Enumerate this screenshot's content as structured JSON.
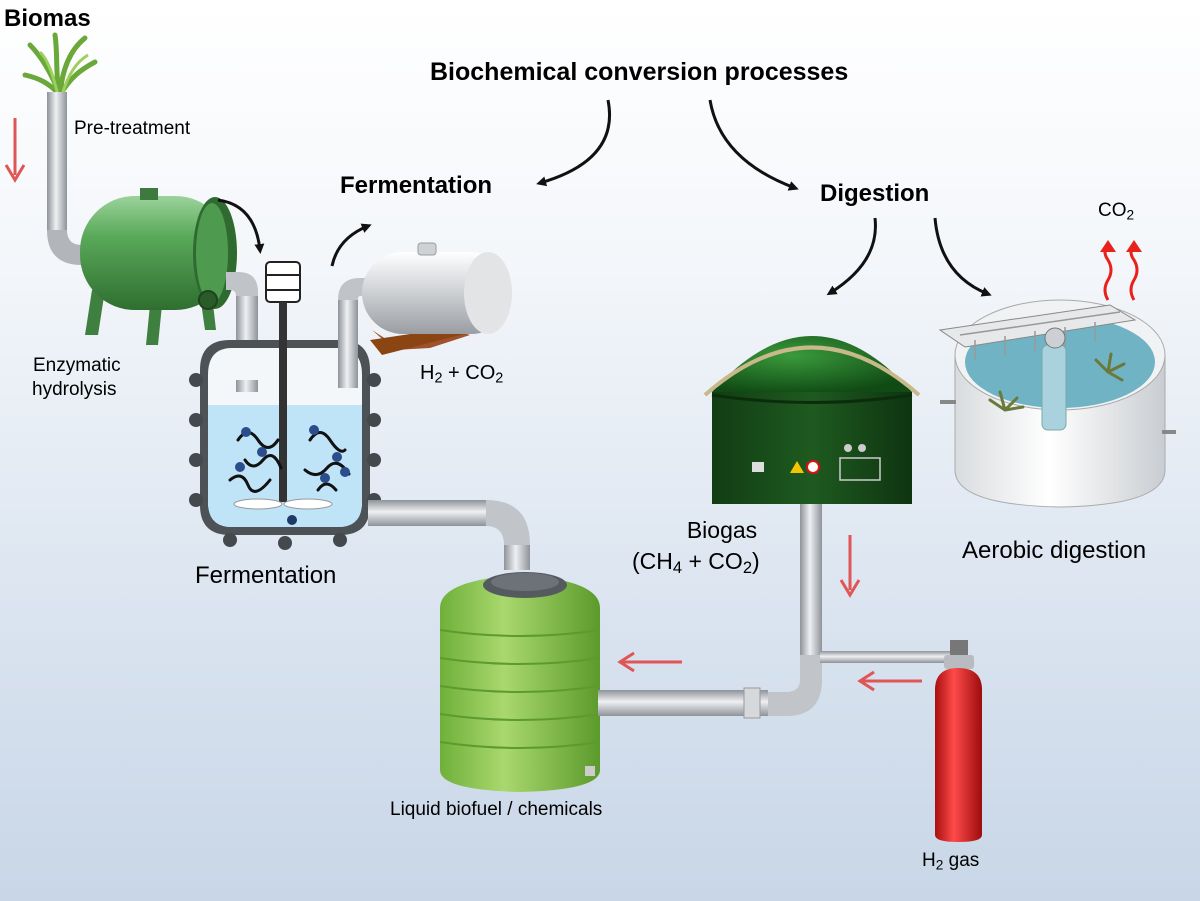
{
  "labels": {
    "biomas": "Biomas",
    "pre_treatment": "Pre-treatment",
    "enzymatic_line1": "Enzymatic",
    "enzymatic_line2": "hydrolysis",
    "main_title": "Biochemical conversion processes",
    "fermentation_header": "Fermentation",
    "digestion_header": "Digestion",
    "co2_top": {
      "main": "CO",
      "sub": "2"
    },
    "h2_co2": {
      "h": "H",
      "h_sub": "2",
      "mid": " + CO",
      "co_sub": "2"
    },
    "fermentation_label": "Fermentation",
    "biogas_line1": "Biogas",
    "biogas_line2": {
      "open": "(CH",
      "ch_sub": "4",
      "mid": " + CO",
      "co_sub": "2",
      "close": ")"
    },
    "aerobic": "Aerobic digestion",
    "liquid": "Liquid biofuel / chemicals",
    "h2_gas": {
      "h": "H",
      "sub": "2",
      "rest": " gas"
    }
  },
  "colors": {
    "arrow_black": "#111111",
    "arrow_red": "#e05555",
    "tank_green": "#4f9a4f",
    "dome_green": "#1f6a22",
    "tank_light_green": "#8ac44f",
    "cylinder_red": "#d81e1e",
    "pipe": "#b9bdc2",
    "liquid_blue": "#bfe3f7",
    "aerobic_water": "#6fb3c4"
  }
}
